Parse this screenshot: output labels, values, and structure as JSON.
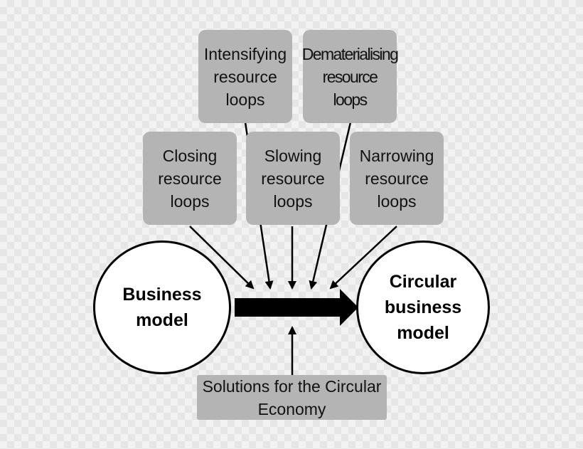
{
  "boxes": {
    "intensifying": "Intensifying\nresource\nloops",
    "dematerialising": "Dematerialising\nresource\nloops",
    "closing": "Closing\nresource\nloops",
    "slowing": "Slowing\nresource\nloops",
    "narrowing": "Narrowing\nresource\nloops",
    "solutions": "Solutions for the Circular\nEconomy"
  },
  "circles": {
    "business_model": "Business\nmodel",
    "circular_business_model": "Circular\nbusiness\nmodel"
  },
  "colors": {
    "box_fill": "#b4b4b4",
    "line": "#000000",
    "circle_fill": "#ffffff"
  }
}
